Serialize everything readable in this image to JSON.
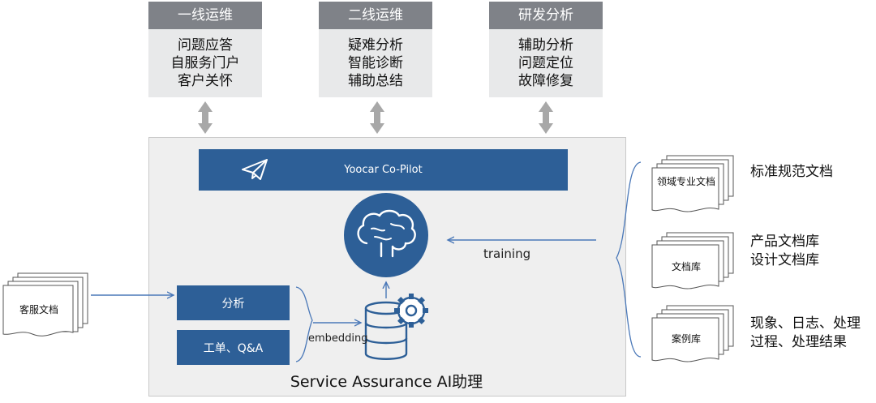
{
  "top_boxes": [
    {
      "title": "一线运维",
      "lines": [
        "问题应答",
        "自服务门户",
        "客户关怀"
      ]
    },
    {
      "title": "二线运维",
      "lines": [
        "疑难分析",
        "智能诊断",
        "辅助总结"
      ]
    },
    {
      "title": "研发分析",
      "lines": [
        "辅助分析",
        "问题定位",
        "故障修复"
      ]
    }
  ],
  "copilot_label": "Yoocar Co-Pilot",
  "training_label": "training",
  "embedding_label": "embedding",
  "input_boxes": [
    "分析",
    "工单、Q&A"
  ],
  "left_doc_label": "客服文档",
  "right_docs": [
    {
      "doc_label": "领域专业文档",
      "text_lines": [
        "标准规范文档"
      ]
    },
    {
      "doc_label": "文档库",
      "text_lines": [
        "产品文档库",
        "设计文档库"
      ]
    },
    {
      "doc_label": "案例库",
      "text_lines": [
        "现象、日志、处理",
        "过程、处理结果"
      ]
    }
  ],
  "footer_label": "Service Assurance AI助理",
  "colors": {
    "accent_blue": "#2d5f97",
    "header_gray": "#7f8288",
    "panel_gray": "#efefef",
    "arrow_gray": "#a8a8a8"
  },
  "icons": [
    "paper-plane-icon",
    "brain-icon",
    "database-icon",
    "gear-icon",
    "document-stack-icon"
  ]
}
